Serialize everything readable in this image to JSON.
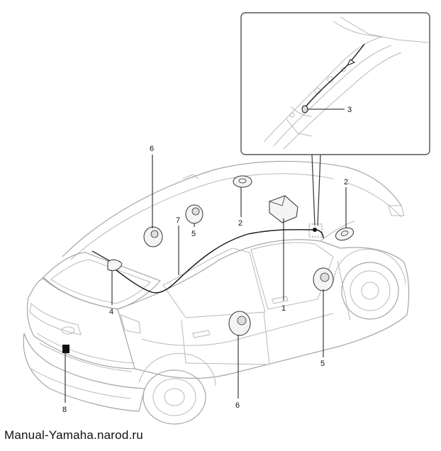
{
  "callouts": {
    "c1": "1",
    "c2_top": "2",
    "c2_right": "2",
    "c3": "3",
    "c4": "4",
    "c5_left": "5",
    "c5_right": "5",
    "c6_top": "6",
    "c6_bottom": "6",
    "c7": "7",
    "c8": "8"
  },
  "watermark": "Manual-Yamaha.narod.ru",
  "colors": {
    "outline": "#b9b9b9",
    "part": "#333333",
    "cable": "#111111"
  }
}
